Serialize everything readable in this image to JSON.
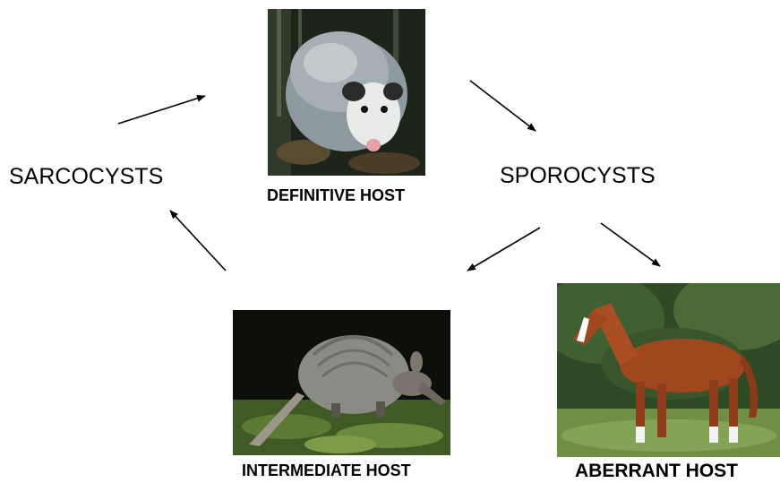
{
  "stages": {
    "sarcocysts": "SARCOCYSTS",
    "sporocysts": "SPOROCYSTS"
  },
  "hosts": {
    "definitive": "DEFINITIVE HOST",
    "intermediate": "INTERMEDIATE HOST",
    "aberrant": "ABERRANT HOST"
  },
  "photos": {
    "definitive": "opossum-photo",
    "intermediate": "armadillo-photo",
    "aberrant": "horse-photo"
  }
}
